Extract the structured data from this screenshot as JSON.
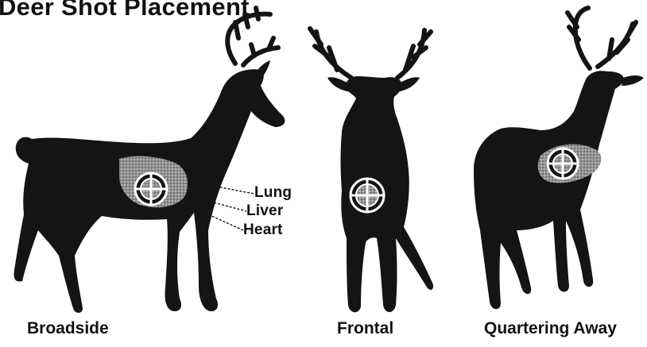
{
  "title": "Deer Shot Placement",
  "views": [
    {
      "caption": "Broadside"
    },
    {
      "caption": "Frontal"
    },
    {
      "caption": "Quartering Away"
    }
  ],
  "organ_labels": [
    "Lung",
    "Liver",
    "Heart"
  ],
  "colors": {
    "silhouette": "#141414",
    "vital_zone": "#9a9a9a",
    "crosshair_ring": "#ffffff",
    "text": "#111111",
    "background": "#ffffff"
  }
}
